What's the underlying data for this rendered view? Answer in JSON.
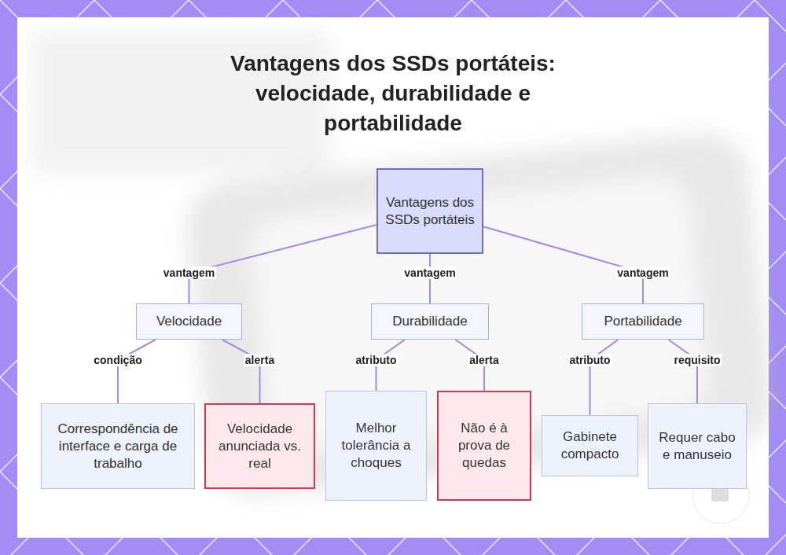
{
  "diagram": {
    "title": "Vantagens dos SSDs portáteis: velocidade, durabilidade e portabilidade",
    "nodes": [
      {
        "text": [
          "Vantagens dos SSDs portáteis"
        ]
      },
      {
        "text": [
          "Velocidade"
        ]
      },
      {
        "text": [
          "Durabilidade"
        ]
      },
      {
        "text": [
          "Portabilidade"
        ]
      },
      {
        "text": [
          "Correspondência de interface e carga de trabalho"
        ]
      },
      {
        "text": [
          "Velocidade anunciada vs. real"
        ]
      },
      {
        "text": [
          "Melhor tolerância a choques"
        ]
      },
      {
        "text": [
          "Não é à prova de quedas"
        ]
      },
      {
        "text": [
          "Gabinete compacto"
        ]
      },
      {
        "text": [
          "Requer cabo e manuseio"
        ]
      }
    ],
    "edges": [
      {
        "from": 0,
        "to": 1,
        "label": "vantagem",
        "arrow": "none"
      },
      {
        "from": 0,
        "to": 2,
        "label": "vantagem",
        "arrow": "none"
      },
      {
        "from": 0,
        "to": 3,
        "label": "vantagem",
        "arrow": "none"
      },
      {
        "from": 1,
        "to": 4,
        "label": "condição",
        "arrow": "none"
      },
      {
        "from": 1,
        "to": 5,
        "label": "alerta",
        "arrow": "none"
      },
      {
        "from": 2,
        "to": 6,
        "label": "atributo",
        "arrow": "none"
      },
      {
        "from": 2,
        "to": 7,
        "label": "alerta",
        "arrow": "none"
      },
      {
        "from": 3,
        "to": 8,
        "label": "atributo",
        "arrow": "none"
      },
      {
        "from": 3,
        "to": 9,
        "label": "requisito",
        "arrow": "none"
      }
    ]
  }
}
